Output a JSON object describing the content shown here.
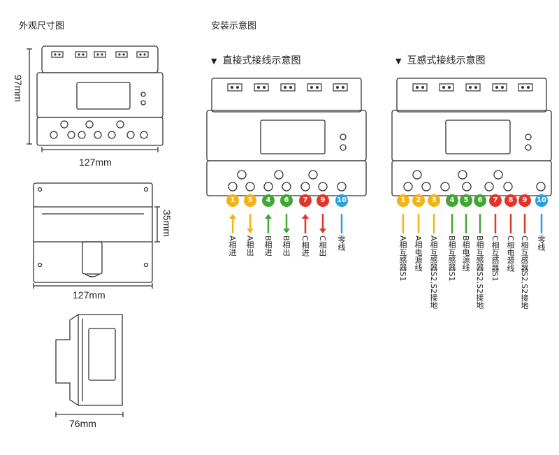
{
  "sections": {
    "dimensions_title": "外观尺寸图",
    "install_title": "安装示意图"
  },
  "dimensions": {
    "front_height": "97mm",
    "front_width": "127mm",
    "top_height": "35mm",
    "top_width": "127mm",
    "side_width": "76mm"
  },
  "direct": {
    "title": "直接式接线示意图",
    "terminals": [
      {
        "num": "1",
        "color": "#f2b319",
        "arrow": "up",
        "label": "A相进"
      },
      {
        "num": "3",
        "color": "#f2b319",
        "arrow": "down",
        "label": "A相出"
      },
      {
        "num": "4",
        "color": "#43a535",
        "arrow": "up",
        "label": "B相进"
      },
      {
        "num": "6",
        "color": "#43a535",
        "arrow": "down",
        "label": "B相出"
      },
      {
        "num": "7",
        "color": "#e0352b",
        "arrow": "up",
        "label": "C相进"
      },
      {
        "num": "9",
        "color": "#e0352b",
        "arrow": "down",
        "label": "C相出"
      },
      {
        "num": "10",
        "color": "#2a9fd8",
        "arrow": "none",
        "label": "零线"
      }
    ]
  },
  "ct": {
    "title": "互感式接线示意图",
    "terminals": [
      {
        "num": "1",
        "color": "#f2b319",
        "label": "A相互感器S1"
      },
      {
        "num": "2",
        "color": "#f2b319",
        "label": "A相电源线"
      },
      {
        "num": "3",
        "color": "#f2b319",
        "label": "A相互感器S2,S2接地"
      },
      {
        "num": "4",
        "color": "#43a535",
        "label": "B相互感器S1"
      },
      {
        "num": "5",
        "color": "#43a535",
        "label": "B相电源线"
      },
      {
        "num": "6",
        "color": "#43a535",
        "label": "B相互感器S2,S2接地"
      },
      {
        "num": "7",
        "color": "#e0352b",
        "label": "C相互感器S1"
      },
      {
        "num": "8",
        "color": "#e0352b",
        "label": "C相电源线"
      },
      {
        "num": "9",
        "color": "#e0352b",
        "label": "C相互感器S2,S2接地"
      },
      {
        "num": "10",
        "color": "#2a9fd8",
        "label": "零线"
      }
    ]
  }
}
